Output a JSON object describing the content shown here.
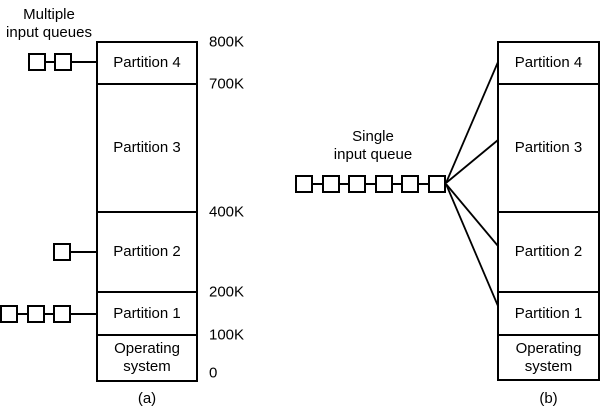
{
  "panel_a": {
    "caption": "(a)",
    "queue_label": {
      "line1": "Multiple",
      "line2": "input queues"
    },
    "partitions": [
      "Partition 4",
      "Partition 3",
      "Partition 2",
      "Partition 1"
    ],
    "os_label": "Operating system",
    "addresses": [
      "800K",
      "700K",
      "400K",
      "200K",
      "100K",
      "0"
    ],
    "queue_box_counts": {
      "partition4": 2,
      "partition3": 0,
      "partition2": 1,
      "partition1": 3
    }
  },
  "panel_b": {
    "caption": "(b)",
    "queue_label": {
      "line1": "Single",
      "line2": "input queue"
    },
    "partitions": [
      "Partition 4",
      "Partition 3",
      "Partition 2",
      "Partition 1"
    ],
    "os_label": "Operating system",
    "queue_box_count": 6
  },
  "colors": {
    "line": "#000000",
    "text": "#000000",
    "background": "#ffffff"
  }
}
